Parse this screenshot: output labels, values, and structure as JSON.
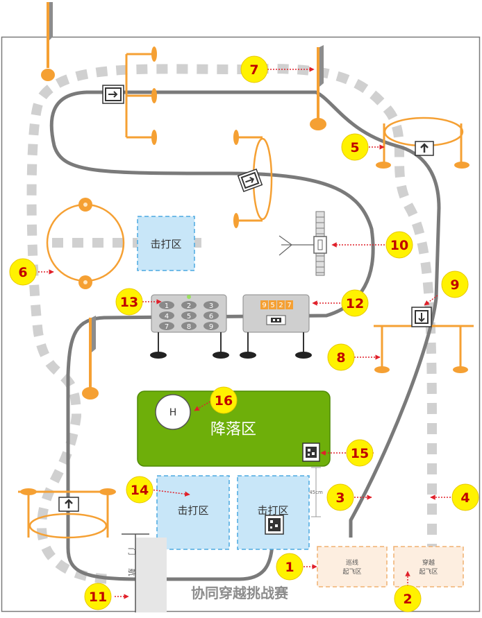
{
  "zones": {
    "landing": "降落区",
    "hit_zone": "击打区",
    "patrol_takeoff_line1": "巡线",
    "patrol_takeoff_line2": "起飞区",
    "crossing_takeoff_line1": "穿越",
    "crossing_takeoff_line2": "起飞区",
    "helipad_letter": "H"
  },
  "title": "协同穿越挑战赛",
  "door_label": "门",
  "door_label_2": "航",
  "measure_label": "45cm",
  "keypad": [
    "1",
    "2",
    "3",
    "4",
    "5",
    "6",
    "7",
    "8",
    "9"
  ],
  "display_digits": [
    "9",
    "5",
    "2",
    "7"
  ],
  "callouts": [
    "1",
    "2",
    "3",
    "4",
    "5",
    "6",
    "7",
    "8",
    "9",
    "10",
    "11",
    "12",
    "13",
    "14",
    "15",
    "16"
  ],
  "colors": {
    "track": "#7a7a7a",
    "dotted_path": "#d0d0d0",
    "obstacle": "#f5a033",
    "callout_fill": "#fff200",
    "callout_text": "#c00000",
    "arrow": "#e0202a",
    "landing": "#6eaf0a",
    "hit_zone_fill": "#c8e6f8",
    "hit_zone_border": "#4aa9e0",
    "takeoff_fill": "#fdeee0",
    "takeoff_border": "#f0b070"
  }
}
